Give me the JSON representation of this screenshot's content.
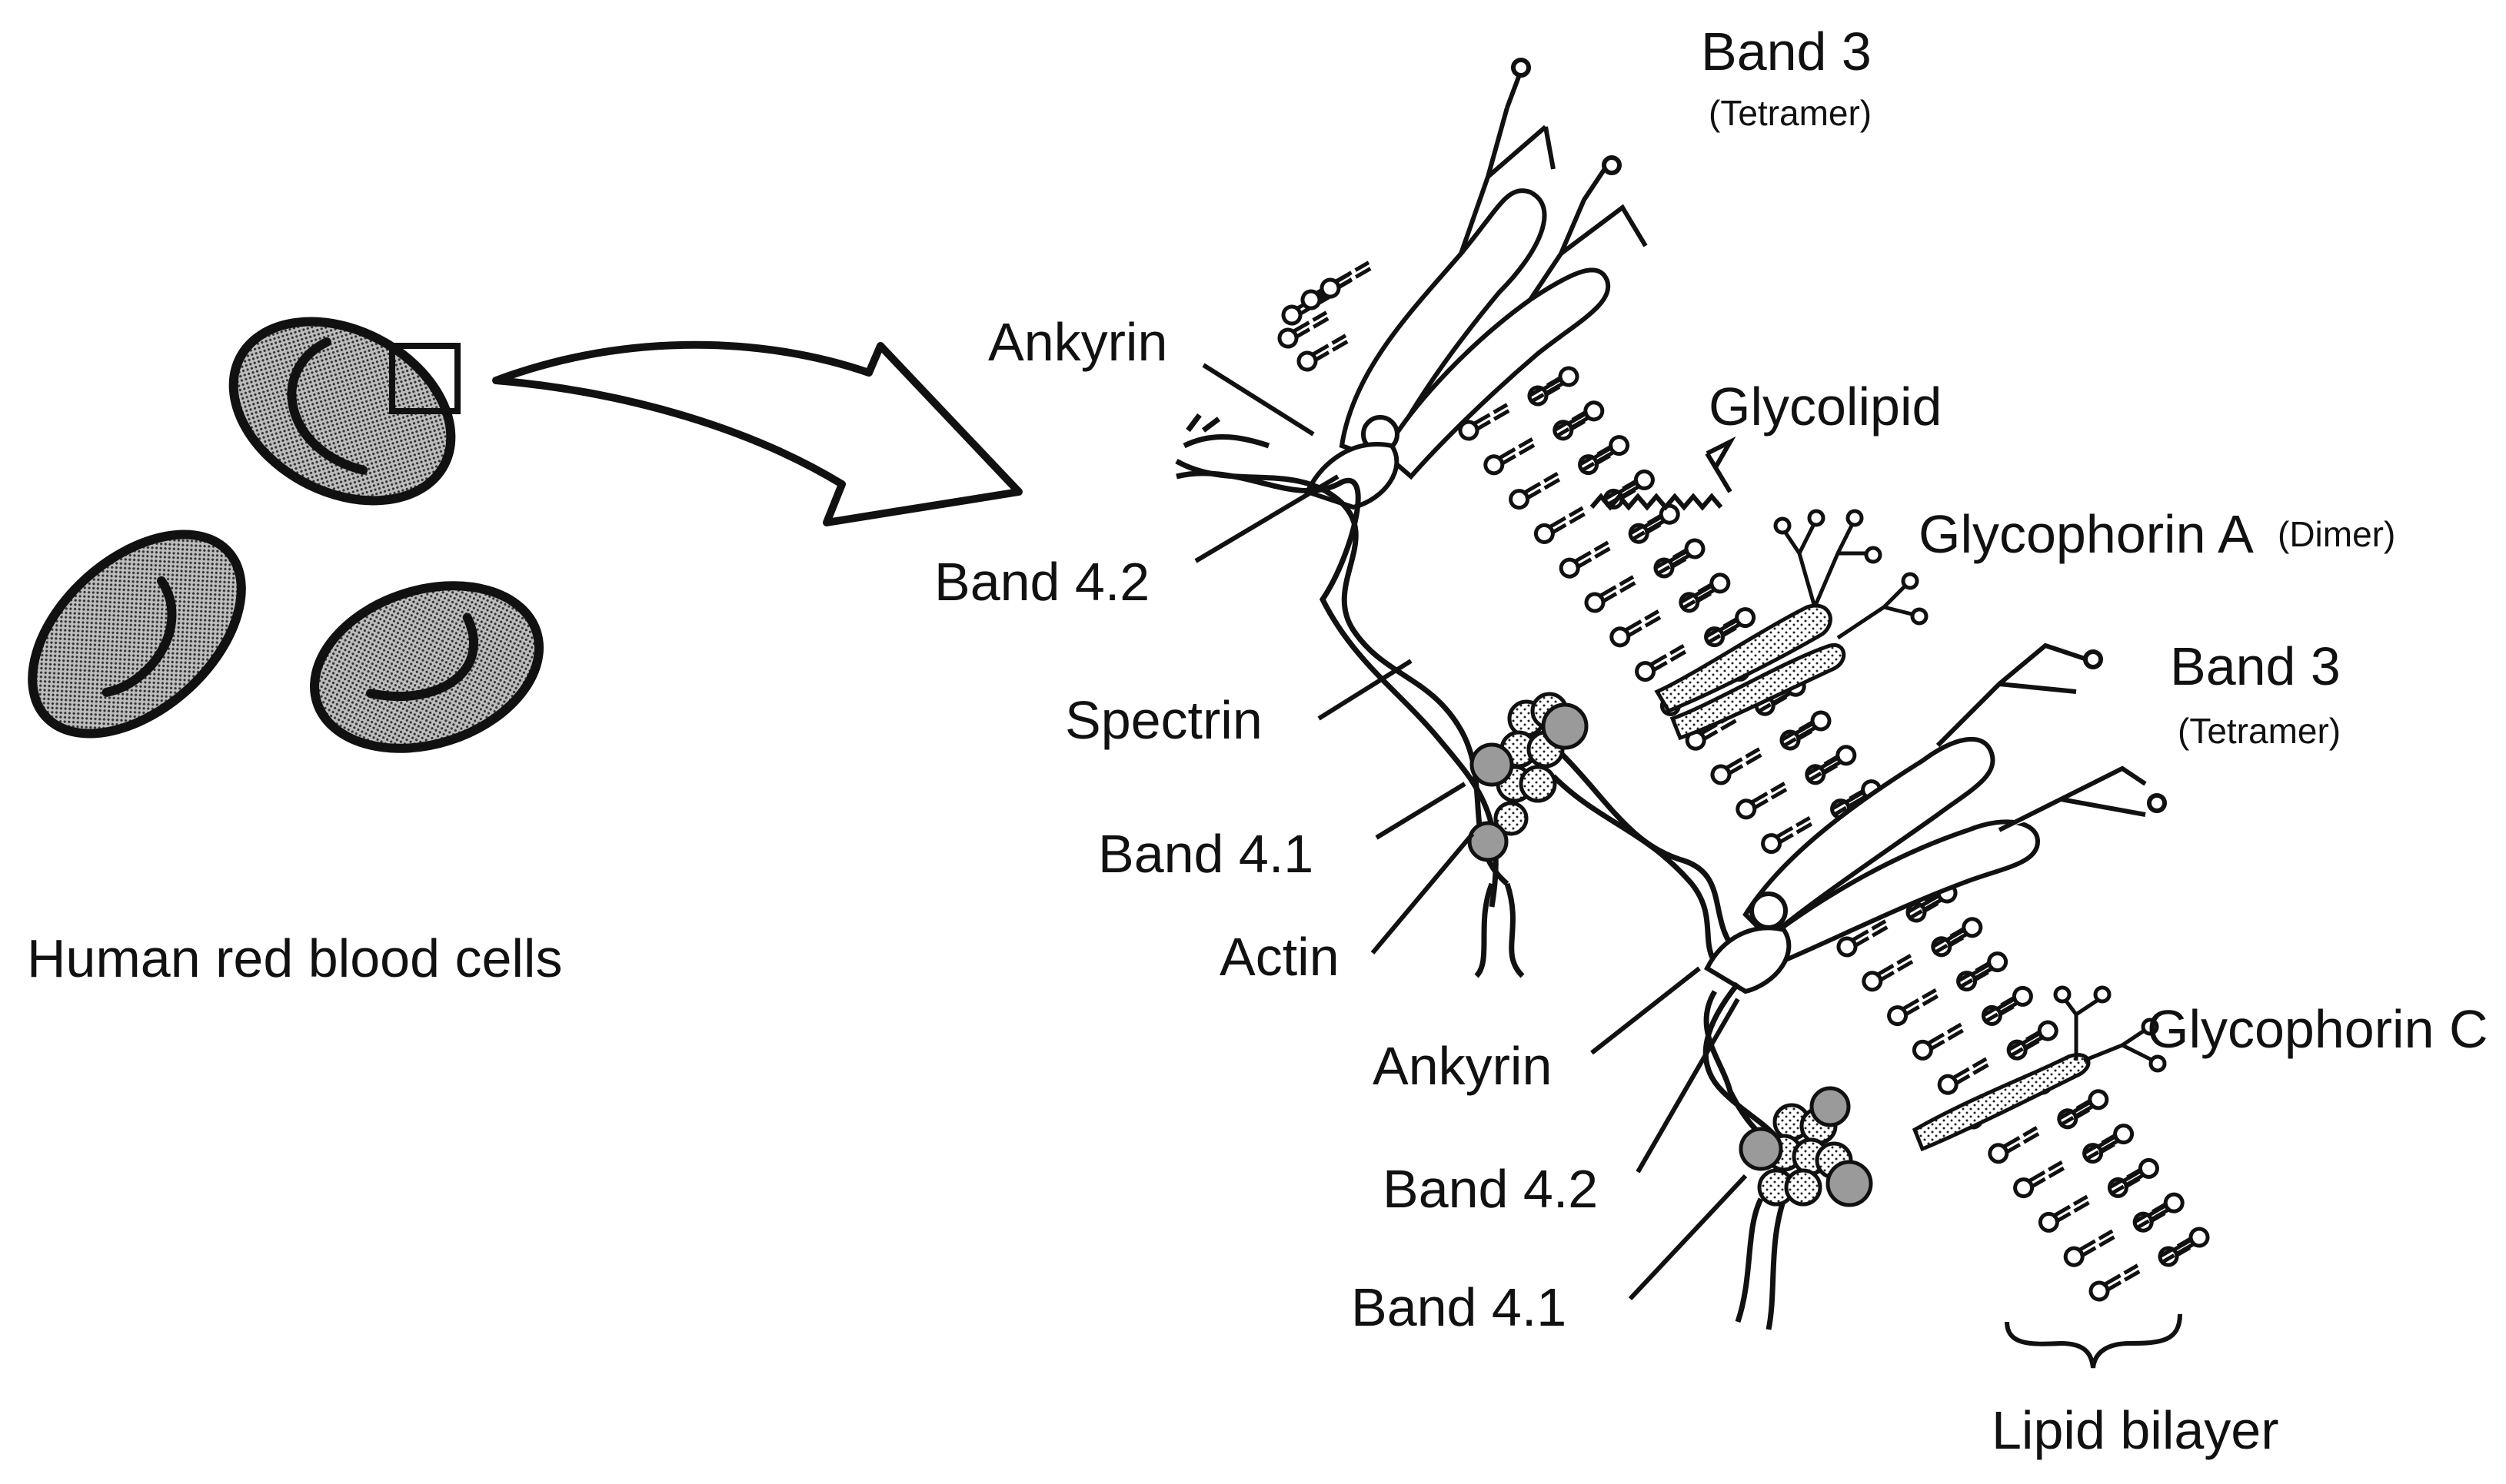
{
  "labels": {
    "band3_top": "Band 3",
    "tetramer_top": "(Tetramer)",
    "ankyrin_top": "Ankyrin",
    "glycolipid": "Glycolipid",
    "glycophorin_a": "Glycophorin A",
    "dimer": "(Dimer)",
    "band42_top": "Band 4.2",
    "band3_mid": "Band 3",
    "tetramer_mid": "(Tetramer)",
    "spectrin": "Spectrin",
    "band41_top": "Band 4.1",
    "actin": "Actin",
    "human_rbc": "Human red blood cells",
    "glycophorin_c": "Glycophorin C",
    "ankyrin_bottom": "Ankyrin",
    "band42_bottom": "Band 4.2",
    "band41_bottom": "Band 4.1",
    "lipid_bilayer": "Lipid bilayer"
  },
  "colors": {
    "ink": "#111111",
    "cell_fill": "#a9a9a9",
    "junction_fill": "#9a9a9a",
    "background": "#ffffff"
  }
}
